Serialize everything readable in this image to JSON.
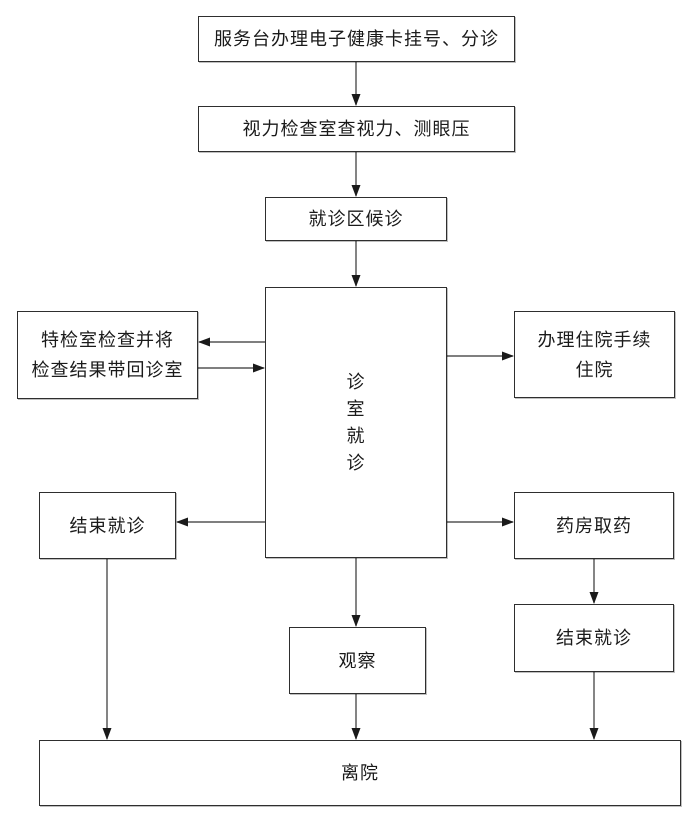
{
  "diagram": {
    "type": "flowchart",
    "language": "zh-CN",
    "background_color": "#ffffff",
    "box_fill_color": "#ffffff",
    "box_border_color": "#2e2e2e",
    "line_color": "#333333",
    "text_color": "#1a1a1a",
    "nodes": [
      {
        "id": "service-desk",
        "label": "服务台办理电子健康卡挂号、分诊"
      },
      {
        "id": "vision-check",
        "label": "视力检查室查视力、测眼压"
      },
      {
        "id": "waiting-area",
        "label": "就诊区候诊"
      },
      {
        "id": "consult-room",
        "label": "诊\n室\n就\n诊",
        "label_plain": "诊室就诊",
        "orientation": "vertical"
      },
      {
        "id": "special-exam",
        "label": "特检室检查并将\n检查结果带回诊室",
        "label_plain": "特检室检查并将检查结果带回诊室"
      },
      {
        "id": "admission",
        "label": "办理住院手续\n住院",
        "label_plain": "办理住院手续住院"
      },
      {
        "id": "end-visit-left",
        "label": "结束就诊"
      },
      {
        "id": "pharmacy",
        "label": "药房取药"
      },
      {
        "id": "end-visit-right",
        "label": "结束就诊"
      },
      {
        "id": "observation",
        "label": "观察"
      },
      {
        "id": "leave",
        "label": "离院"
      }
    ],
    "edges": [
      {
        "from": "service-desk",
        "to": "vision-check"
      },
      {
        "from": "vision-check",
        "to": "waiting-area"
      },
      {
        "from": "waiting-area",
        "to": "consult-room"
      },
      {
        "from": "consult-room",
        "to": "special-exam"
      },
      {
        "from": "special-exam",
        "to": "consult-room"
      },
      {
        "from": "consult-room",
        "to": "admission"
      },
      {
        "from": "consult-room",
        "to": "end-visit-left"
      },
      {
        "from": "consult-room",
        "to": "pharmacy"
      },
      {
        "from": "consult-room",
        "to": "observation"
      },
      {
        "from": "pharmacy",
        "to": "end-visit-right"
      },
      {
        "from": "end-visit-left",
        "to": "leave"
      },
      {
        "from": "observation",
        "to": "leave"
      },
      {
        "from": "end-visit-right",
        "to": "leave"
      }
    ]
  }
}
